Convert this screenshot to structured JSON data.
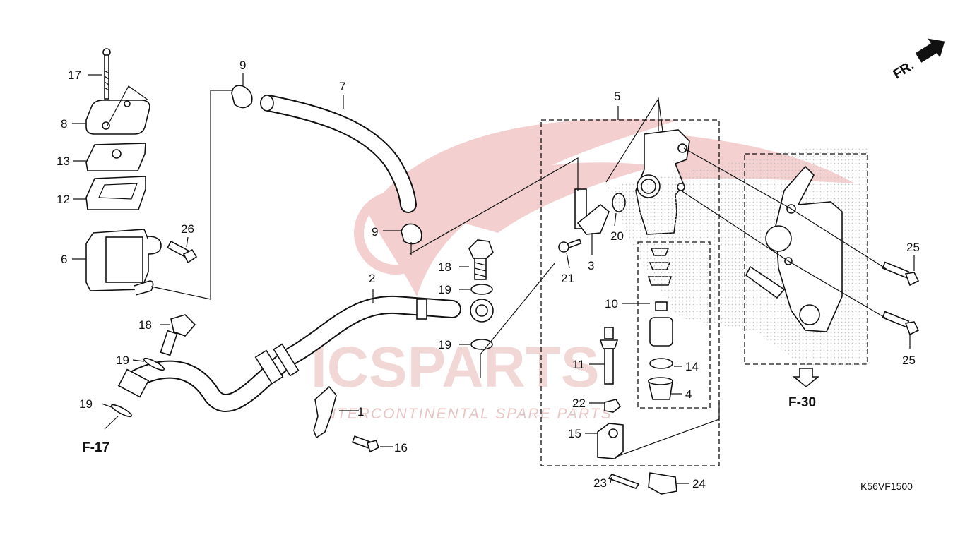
{
  "diagram": {
    "code": "K56VF1500",
    "direction_label": "FR.",
    "refs": {
      "f17": "F-17",
      "f30": "F-30"
    },
    "watermark": {
      "brand": "ICSPARTS",
      "tagline": "INTERCONTINENTAL SPARE PARTS"
    },
    "colors": {
      "watermark": "#e8a7a7",
      "line": "#111111",
      "stipple": "#bdbdbd"
    },
    "callouts": {
      "c1": "1",
      "c2": "2",
      "c3": "3",
      "c4": "4",
      "c5": "5",
      "c6": "6",
      "c7": "7",
      "c8": "8",
      "c9a": "9",
      "c9b": "9",
      "c10": "10",
      "c11": "11",
      "c12": "12",
      "c13": "13",
      "c14": "14",
      "c15": "15",
      "c16": "16",
      "c17": "17",
      "c18a": "18",
      "c18b": "18",
      "c19a": "19",
      "c19b": "19",
      "c19c": "19",
      "c19d": "19",
      "c20": "20",
      "c21": "21",
      "c22": "22",
      "c23": "23",
      "c24": "24",
      "c25a": "25",
      "c25b": "25",
      "c26": "26"
    }
  }
}
